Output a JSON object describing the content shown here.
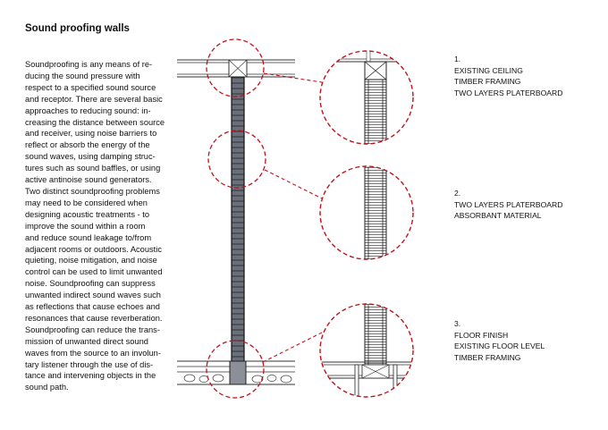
{
  "title": "Sound proofing walls",
  "body_lines": [
    "Soundproofing is any means of re-",
    "ducing the sound pressure with",
    "respect to a specified sound source",
    "and receptor. There are several basic",
    "approaches to reducing sound: in-",
    "creasing the distance between source",
    "and receiver, using noise barriers to",
    "reflect or absorb the energy of the",
    "sound waves, using damping struc-",
    "tures such as sound baffles, or using",
    "active antinoise sound generators.",
    "Two distinct soundproofing problems",
    "may need to be considered when",
    "designing acoustic treatments - to",
    "improve the sound within a room",
    "and reduce sound leakage to/from",
    "adjacent rooms or outdoors. Acoustic",
    "quieting, noise mitigation, and noise",
    "control can be used to limit unwanted",
    "noise. Soundproofing can suppress",
    "unwanted indirect sound waves such",
    "as reflections that cause echoes and",
    "resonances that cause reverberation.",
    "Soundproofing can reduce the trans-",
    "mission of unwanted direct sound",
    "waves from the source to an involun-",
    "tary listener through the use of dis-",
    "tance and intervening objects in the",
    "sound path."
  ],
  "details": [
    {
      "number": "1.",
      "lines": [
        "EXISTING CEILING",
        "TIMBER FRAMING",
        "TWO LAYERS PLATERBOARD"
      ]
    },
    {
      "number": "2.",
      "lines": [
        "TWO LAYERS PLATERBOARD",
        "ABSORBANT MATERIAL"
      ]
    },
    {
      "number": "3.",
      "lines": [
        "FLOOR FINISH",
        "EXISTING FLOOR LEVEL",
        "TIMBER FRAMING"
      ]
    }
  ],
  "colors": {
    "callout": "#c0121c",
    "line": "#333333",
    "text": "#111111"
  }
}
